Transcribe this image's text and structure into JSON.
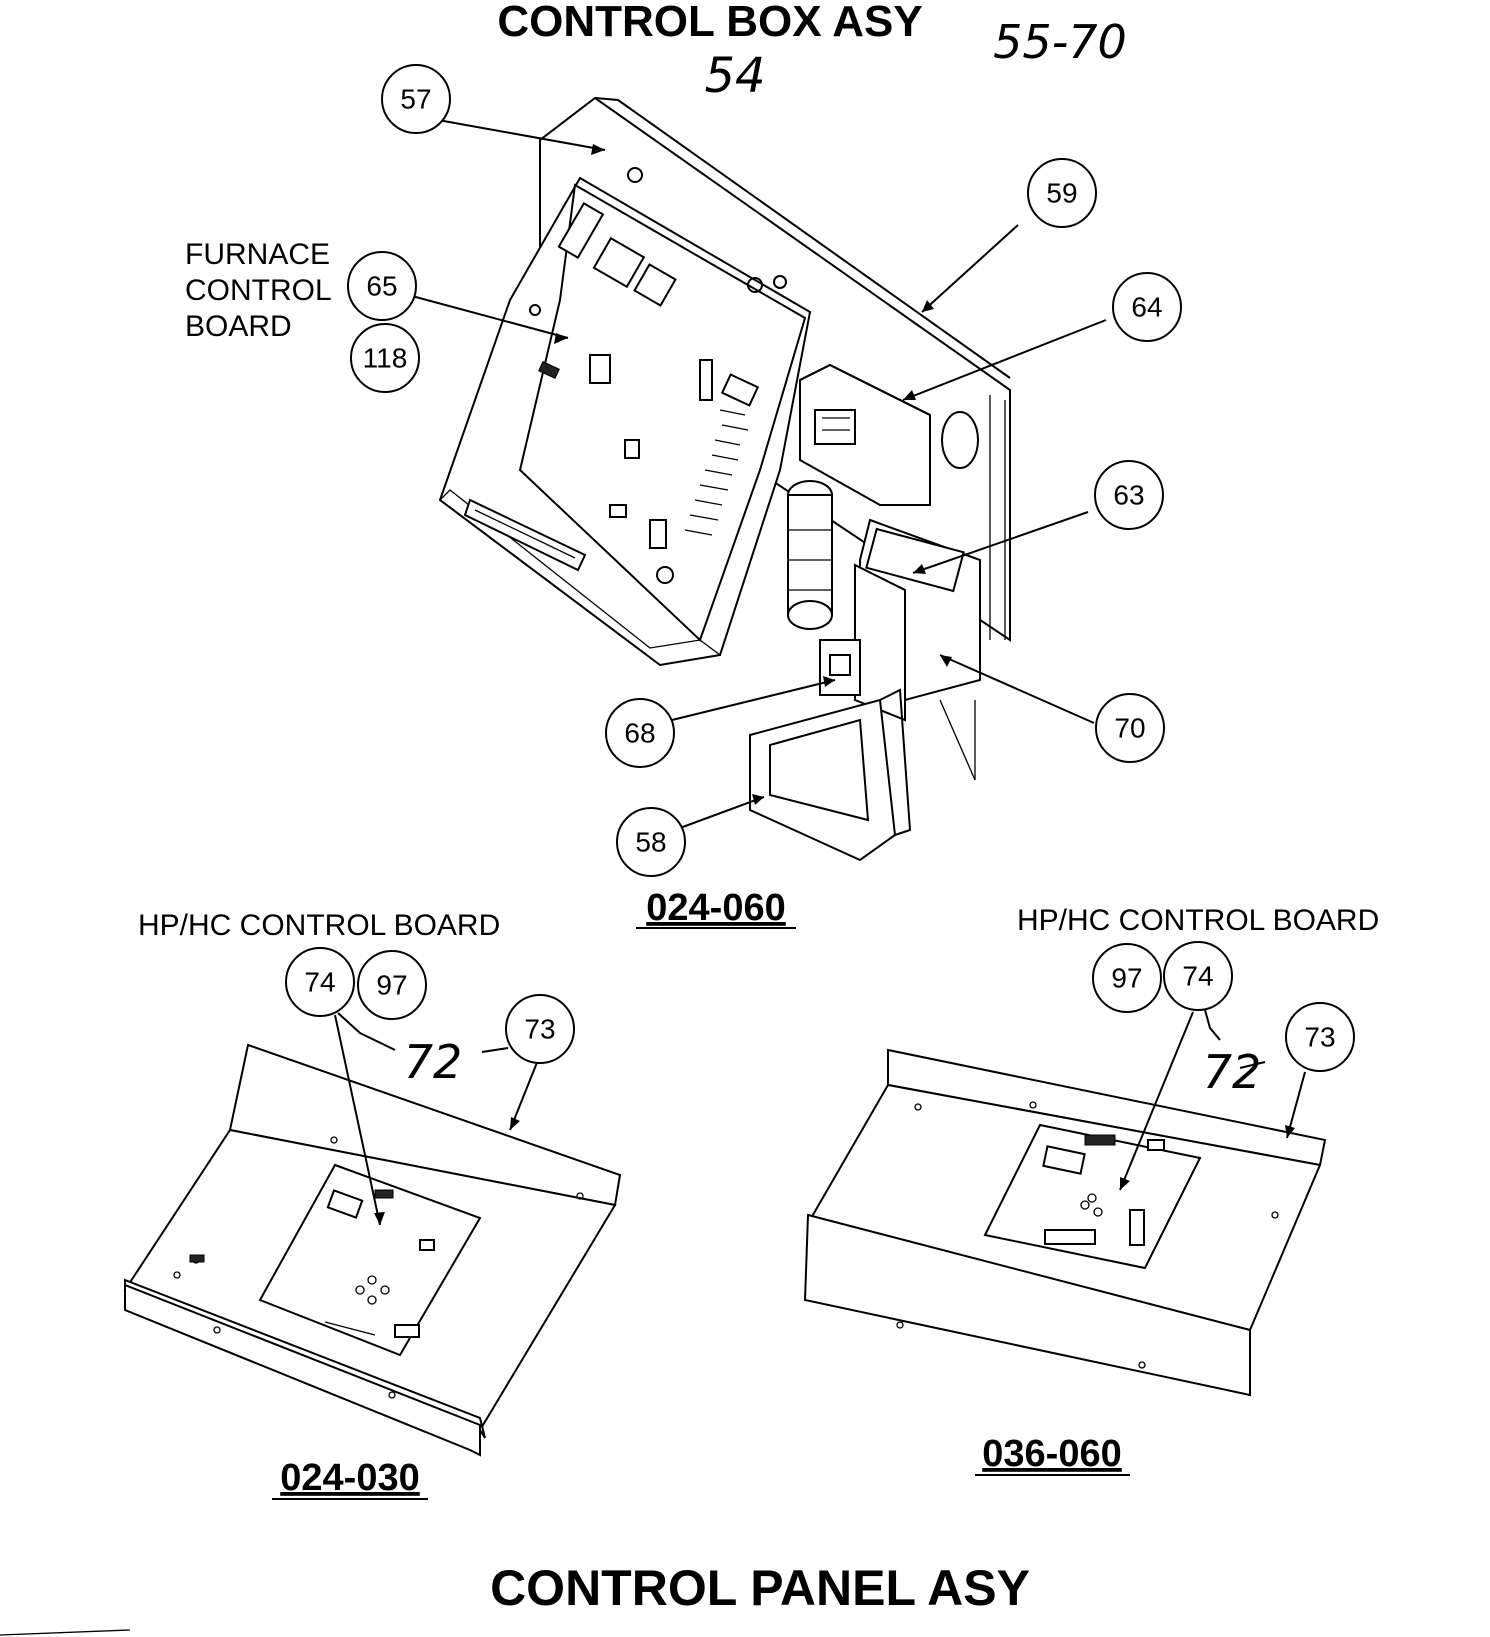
{
  "titles": {
    "top": "CONTROL BOX ASY",
    "bottom": "CONTROL PANEL ASY"
  },
  "handwritten": {
    "range": "55-70",
    "item54": "54",
    "left72": "72",
    "right72": "72"
  },
  "labels": {
    "furnace_line1": "FURNACE",
    "furnace_line2": "CONTROL",
    "furnace_line3": "BOARD",
    "hp_left": "HP/HC CONTROL BOARD",
    "hp_right": "HP/HC CONTROL BOARD"
  },
  "models": {
    "top": "024-060",
    "left": "024-030",
    "right": "036-060"
  },
  "callouts": {
    "c57": "57",
    "c59": "59",
    "c65": "65",
    "c118": "118",
    "c64": "64",
    "c63": "63",
    "c68": "68",
    "c70": "70",
    "c58": "58",
    "c74a": "74",
    "c97a": "97",
    "c73a": "73",
    "c97b": "97",
    "c74b": "74",
    "c73b": "73"
  }
}
